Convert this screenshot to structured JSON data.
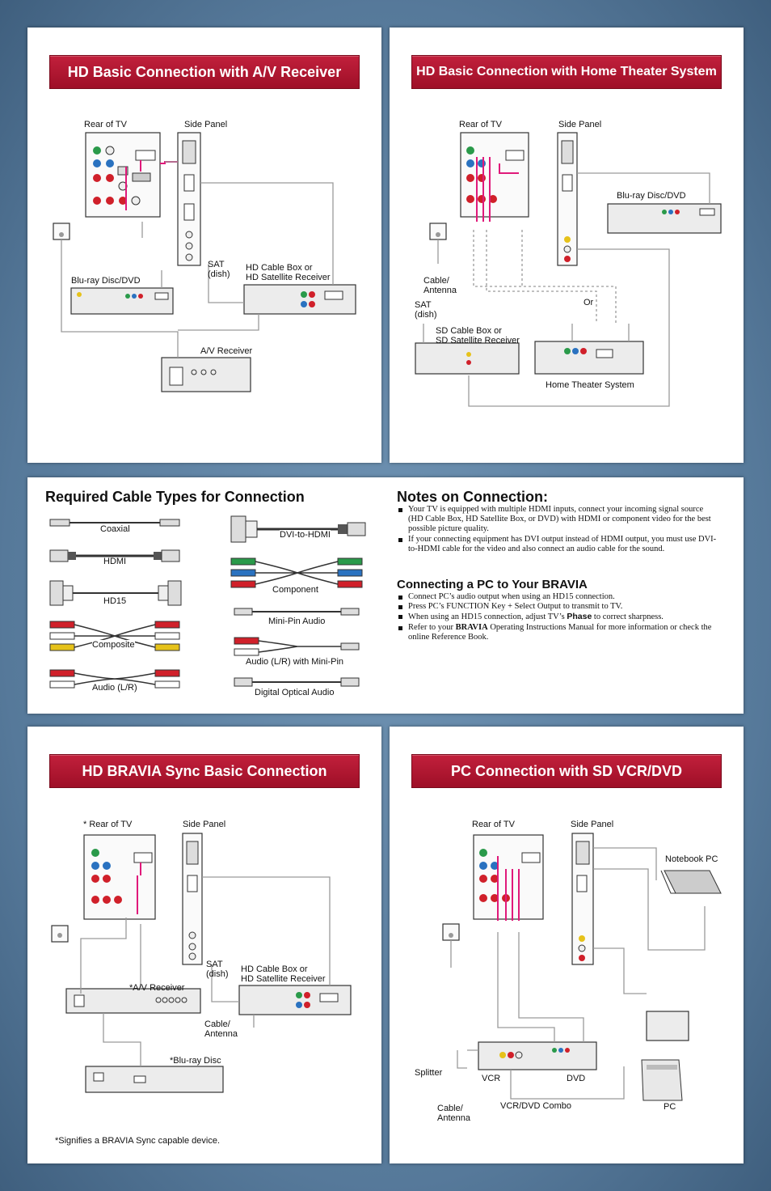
{
  "panels": {
    "av_receiver": {
      "title": "HD Basic Connection with A/V Receiver",
      "labels": {
        "rear_tv": "Rear of  TV",
        "side_panel": "Side Panel",
        "bluray": "Blu-ray Disc/DVD",
        "sat": "SAT\n(dish)",
        "hd_cable_1": "HD Cable Box or",
        "hd_cable_2": "HD Satellite Receiver",
        "av_receiver": "A/V Receiver"
      }
    },
    "home_theater": {
      "title": "HD Basic Connection with Home Theater System",
      "labels": {
        "rear_tv": "Rear of  TV",
        "side_panel": "Side Panel",
        "bluray": "Blu-ray Disc/DVD",
        "cable_antenna_1": "Cable/",
        "cable_antenna_2": "Antenna",
        "sat_1": "SAT",
        "sat_2": "(dish)",
        "or": "Or",
        "sd_cable_1": "SD Cable Box or",
        "sd_cable_2": "SD Satellite Receiver",
        "home_theater": "Home Theater System"
      }
    },
    "bravia_sync": {
      "title": "HD BRAVIA Sync Basic Connection",
      "labels": {
        "rear_tv": "* Rear of  TV",
        "side_panel": "Side Panel",
        "sat_1": "SAT",
        "sat_2": "(dish)",
        "hd_cable_1": "HD Cable Box or",
        "hd_cable_2": "HD Satellite Receiver",
        "av_receiver": "*A/V Receiver",
        "cable_antenna_1": "Cable/",
        "cable_antenna_2": "Antenna",
        "bluray": "*Blu-ray Disc",
        "footnote": "*Signifies a BRAVIA Sync capable device."
      }
    },
    "pc_connection": {
      "title": "PC Connection with SD VCR/DVD",
      "labels": {
        "rear_tv": "Rear of  TV",
        "side_panel": "Side Panel",
        "notebook": "Notebook PC",
        "splitter": "Splitter",
        "vcr": "VCR",
        "dvd": "DVD",
        "combo": "VCR/DVD Combo",
        "cable_antenna_1": "Cable/",
        "cable_antenna_2": "Antenna",
        "pc": "PC"
      }
    }
  },
  "cable_types": {
    "heading": "Required Cable Types for Connection",
    "items": {
      "coaxial": "Coaxial",
      "hdmi": "HDMI",
      "hd15": "HD15",
      "composite": "Composite",
      "audio_lr": "Audio (L/R)",
      "dvi_hdmi": "DVI-to-HDMI",
      "component": "Component",
      "mini_pin": "Mini-Pin Audio",
      "audio_mini": "Audio (L/R) with Mini-Pin",
      "optical": "Digital Optical Audio"
    }
  },
  "notes": {
    "heading": "Notes on Connection:",
    "items": [
      "Your TV is equipped with multiple HDMI inputs, connect your incoming signal source (HD Cable Box, HD Satellite Box, or DVD) with HDMI or component video for the best possible picture quality.",
      "If your connecting equipment has DVI output instead of HDMI output, you must use DVI-to-HDMI cable for the video and also connect an audio cable for the sound."
    ],
    "pc_heading": "Connecting a PC to Your BRAVIA",
    "pc_items": {
      "i1": "Connect PC’s audio output when using an HD15 connection.",
      "i2": "Press PC’s FUNCTION Key + Select Output to transmit to TV.",
      "i3_a": "When using an HD15 connection, adjust TV’s ",
      "i3_b": "Phase",
      "i3_c": " to correct sharpness.",
      "i4_a": "Refer to your ",
      "i4_b": "BRAVIA",
      "i4_c": " Operating Instructions Manual for more information or check the online Reference Book."
    }
  },
  "colors": {
    "banner": "#b01530",
    "background": "#5a7f9f",
    "accent_wire": "#e0197a"
  }
}
